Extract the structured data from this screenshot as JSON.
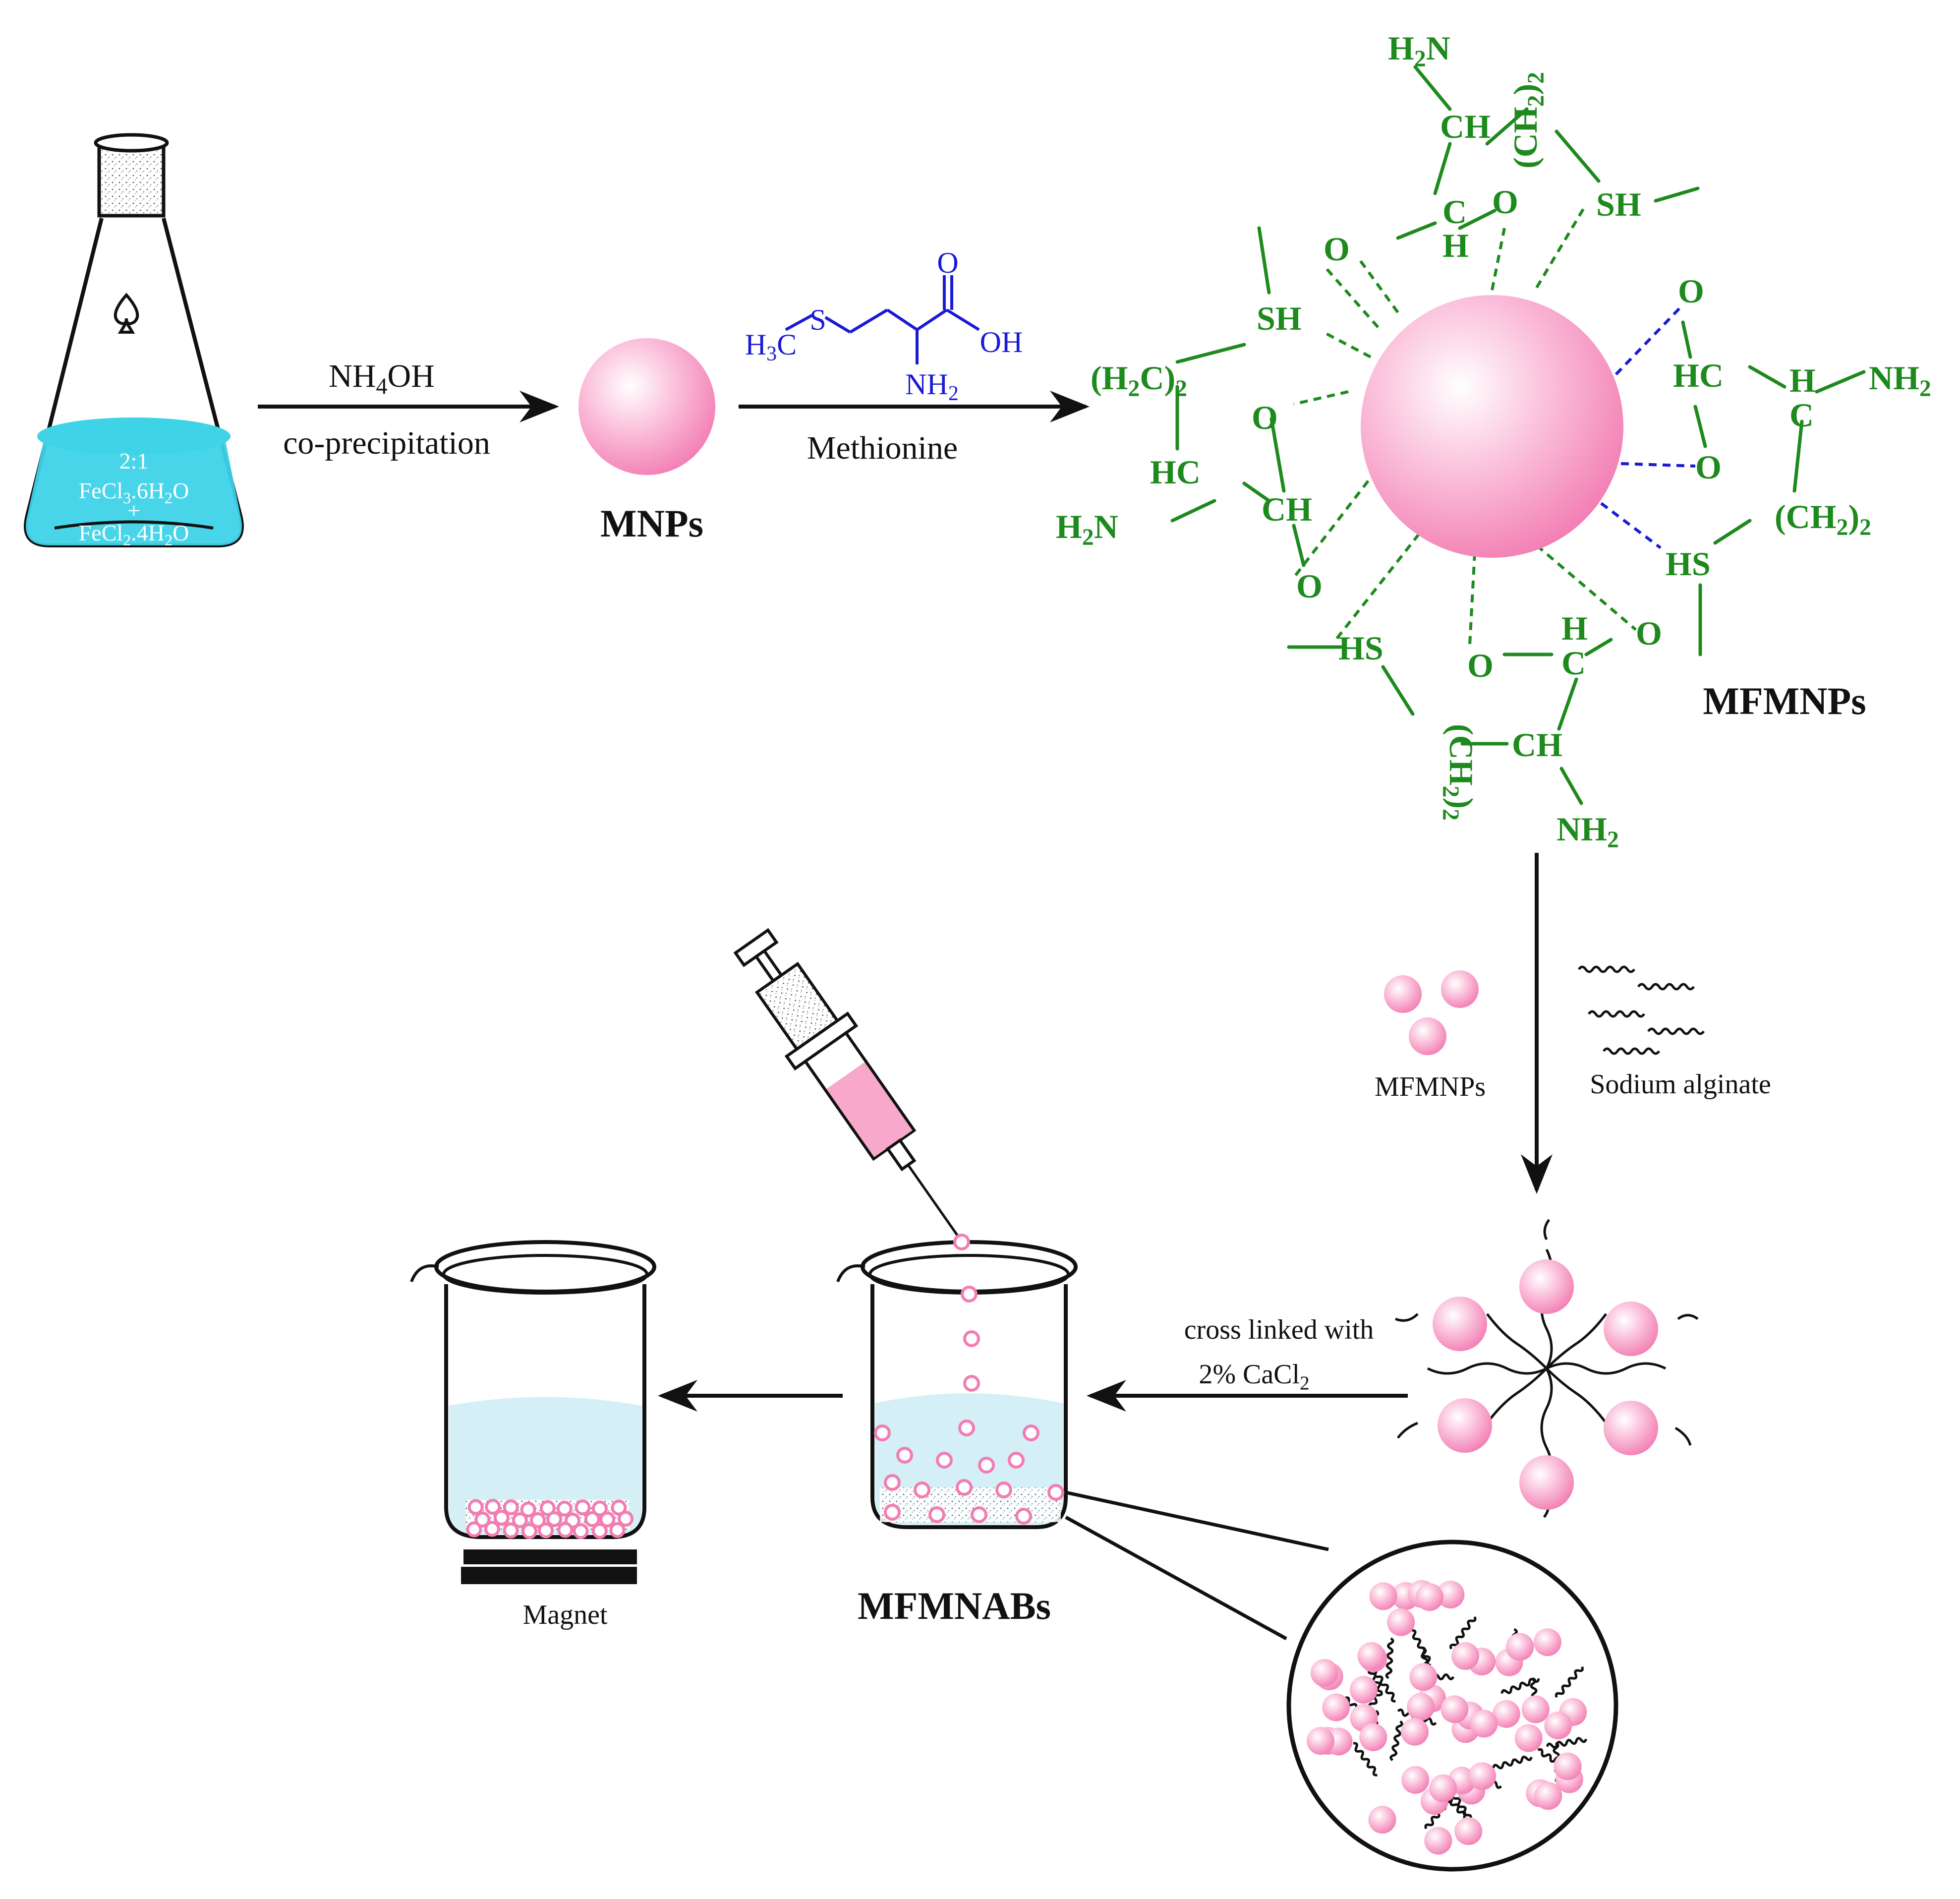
{
  "colors": {
    "accent_green": "#1e8a1e",
    "accent_blue": "#1a1ad6",
    "nanoparticle_pink": "#f78fbf",
    "solution_cyan": "#3fd3e8",
    "liquid_light_blue": "#cfeef5"
  },
  "flask": {
    "ratio": "2:1",
    "reagent1": "FeCl3.6H2O",
    "plus": "+",
    "reagent2": "FeCl2.4H2O"
  },
  "step1": {
    "reagent": "NH4OH",
    "method": "co-precipitation"
  },
  "mnps_label": "MNPs",
  "step2": {
    "reagent": "Methionine",
    "structure_atoms": {
      "s": "S",
      "h3c": "H3C",
      "o": "O",
      "oh": "OH",
      "nh2": "NH2"
    }
  },
  "mfmnps": {
    "label": "MFMNPs",
    "groups": {
      "h2n_top": "H2N",
      "ch_top": "CH",
      "ch2_top": "(CH2)2",
      "c_top": "C",
      "h_top": "H",
      "o_top_left": "O",
      "o_top_right": "O",
      "sh_top": "SH",
      "sh_left": "SH",
      "h2c_left": "(H2C)2",
      "hc_left": "HC",
      "h2n_left": "H2N",
      "o_left_1": "O",
      "ch_left": "CH",
      "o_left_2": "O",
      "o_right_1": "O",
      "hc_right": "HC",
      "h_right": "H",
      "nh2_right": "NH2",
      "c_right": "C",
      "o_right_2": "O",
      "ch2_right": "(CH2)2",
      "hs_right": "HS",
      "hs_bottom": "HS",
      "o_bottom_1": "O",
      "h_bottom": "H",
      "c_bottom": "C",
      "o_bottom_2": "O",
      "ch2_bottom": "(CH2)2",
      "ch_bottom": "CH",
      "nh2_bottom": "NH2"
    }
  },
  "mix": {
    "mfmnps": "MFMNPs",
    "alginate": "Sodium alginate"
  },
  "crosslink": {
    "line1": "cross linked with",
    "line2": "2% CaCl2"
  },
  "mfmnabs_label": "MFMNABs",
  "magnet_label": "Magnet"
}
